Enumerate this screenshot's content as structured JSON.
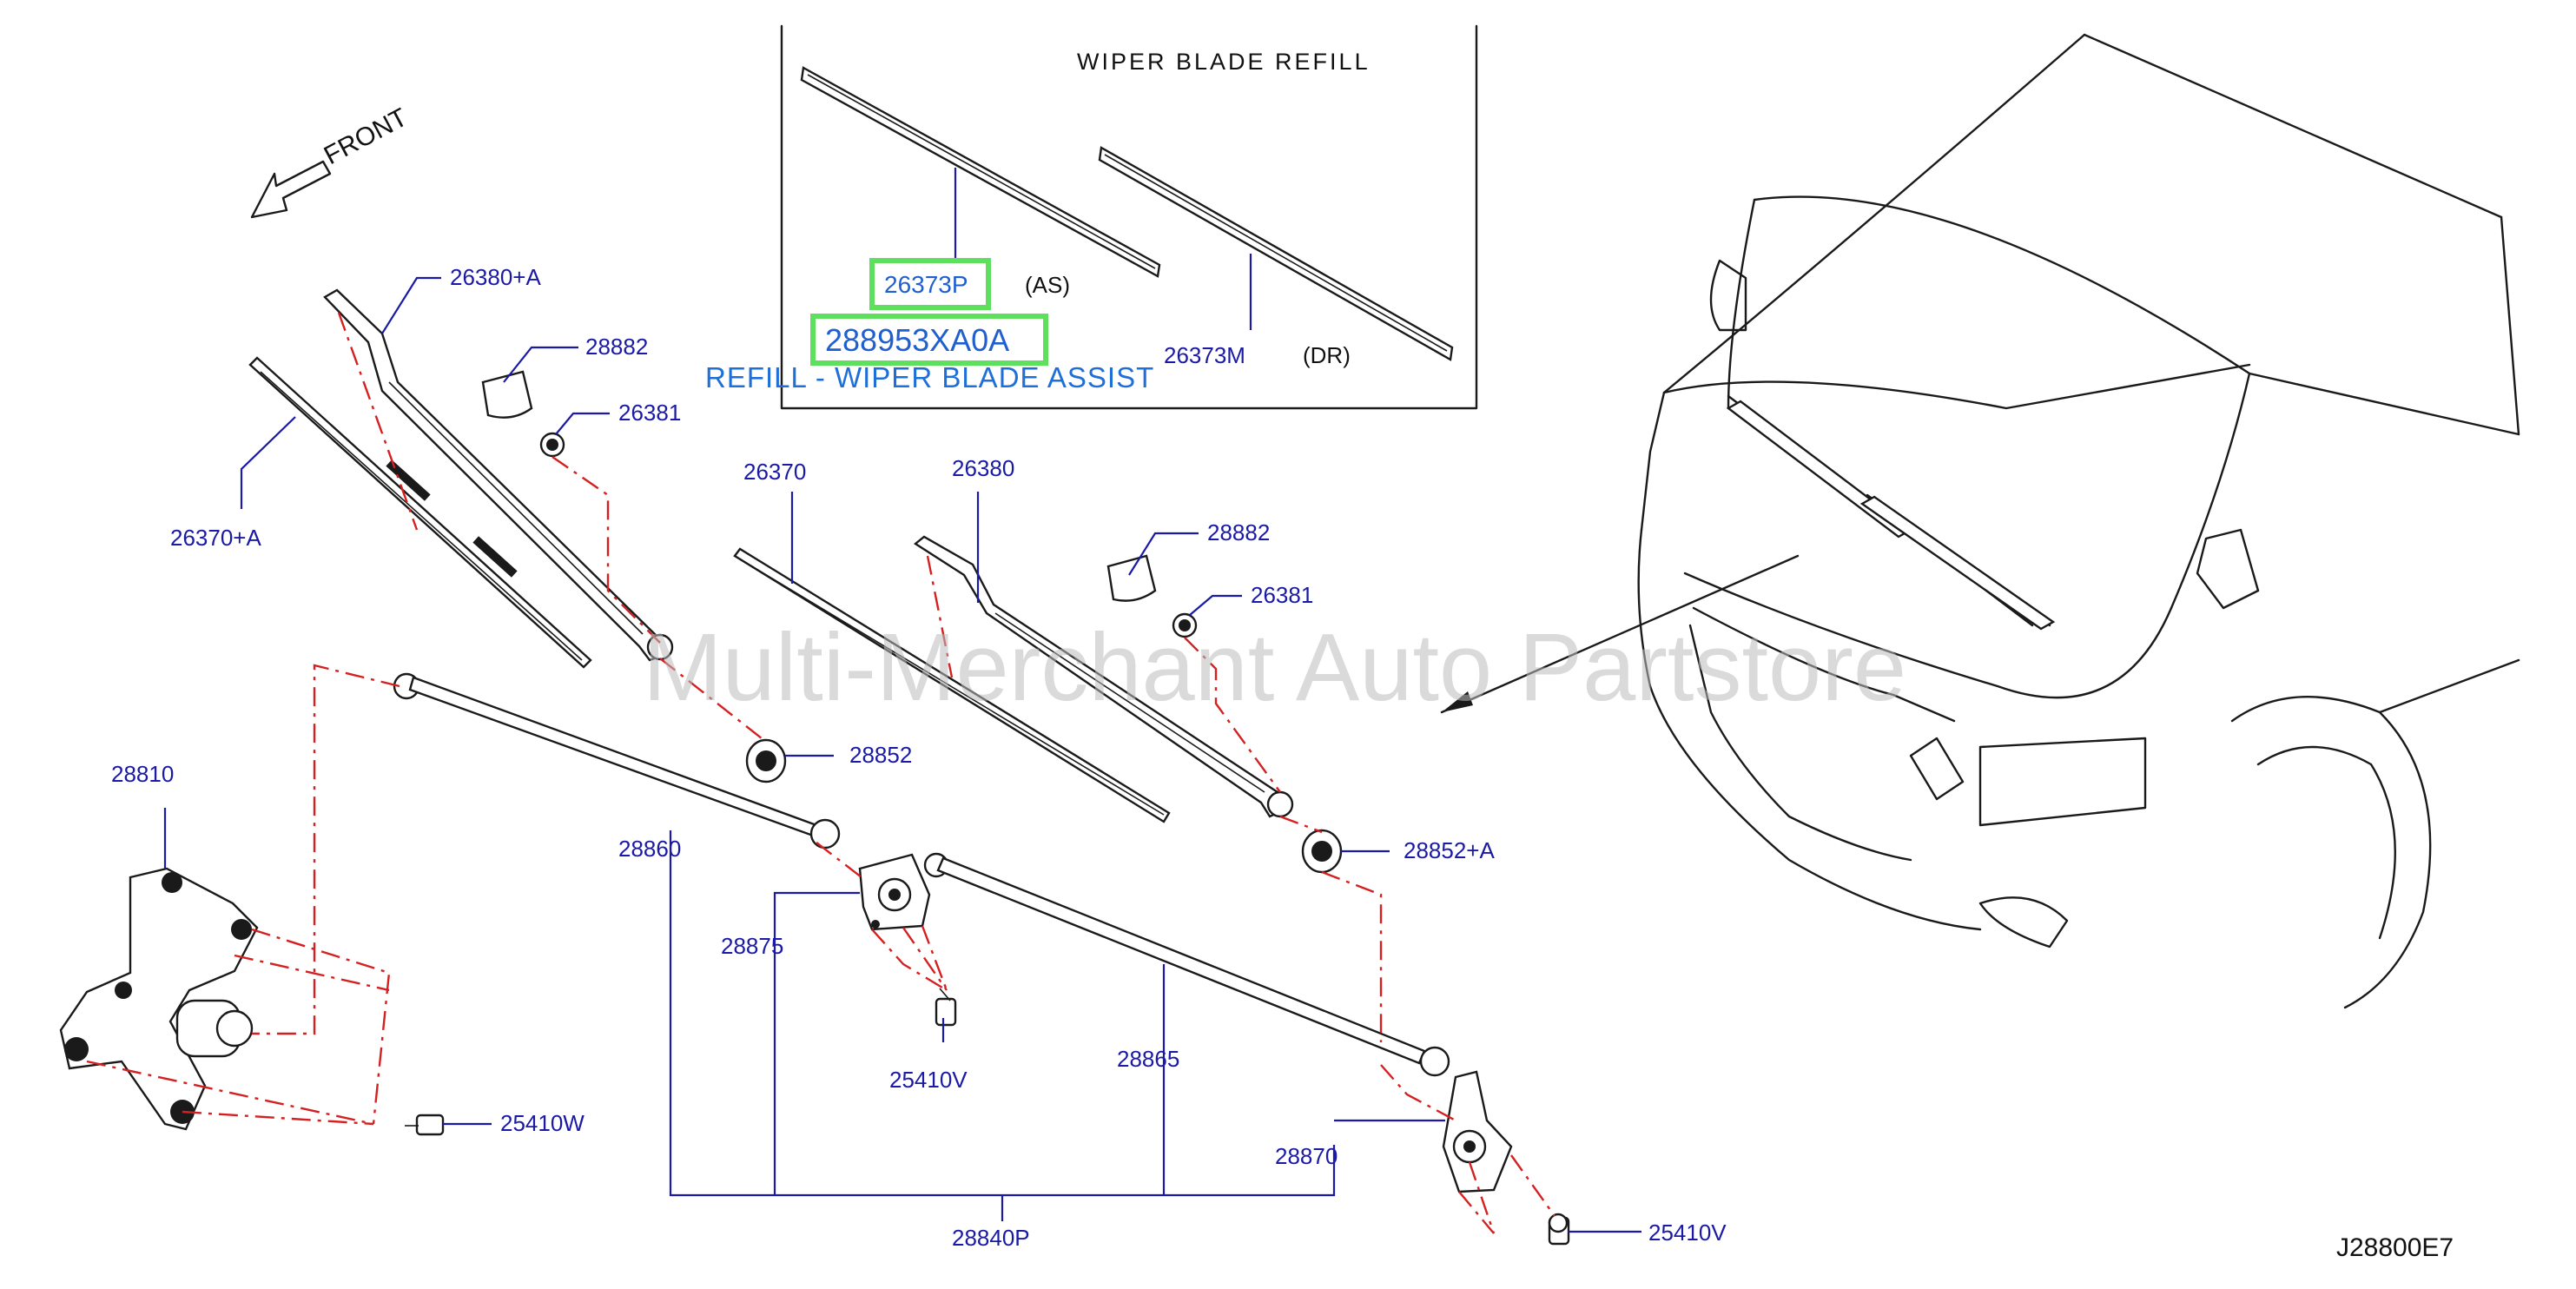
{
  "diagram_id": "J28800E7",
  "watermark": "Multi-Merchant Auto Partstore",
  "front_label": "FRONT",
  "inset": {
    "title": "WIPER   BLADE   REFILL",
    "assist_label": "REFILL - WIPER BLADE ASSIST",
    "parts": [
      {
        "number": "26373P",
        "side": "(AS)"
      },
      {
        "number": "288953XA0A"
      },
      {
        "number": "26373M",
        "side": "(DR)"
      }
    ]
  },
  "parts": {
    "p26380a": "26380+A",
    "p28882a": "28882",
    "p26381a": "26381",
    "p26370a": "26370+A",
    "p26370": "26370",
    "p26380": "26380",
    "p28882b": "28882",
    "p26381b": "26381",
    "p28852": "28852",
    "p28852a": "28852+A",
    "p28810": "28810",
    "p28860": "28860",
    "p28875": "28875",
    "p25410v_a": "25410V",
    "p28865": "28865",
    "p28870": "28870",
    "p25410w": "25410W",
    "p28840p": "28840P",
    "p25410v_b": "25410V"
  },
  "colors": {
    "label_blue": "#1a1aa6",
    "highlight_green": "#5ee05e",
    "highlight_text": "#1f5fd0",
    "dash_red": "#d42020"
  }
}
